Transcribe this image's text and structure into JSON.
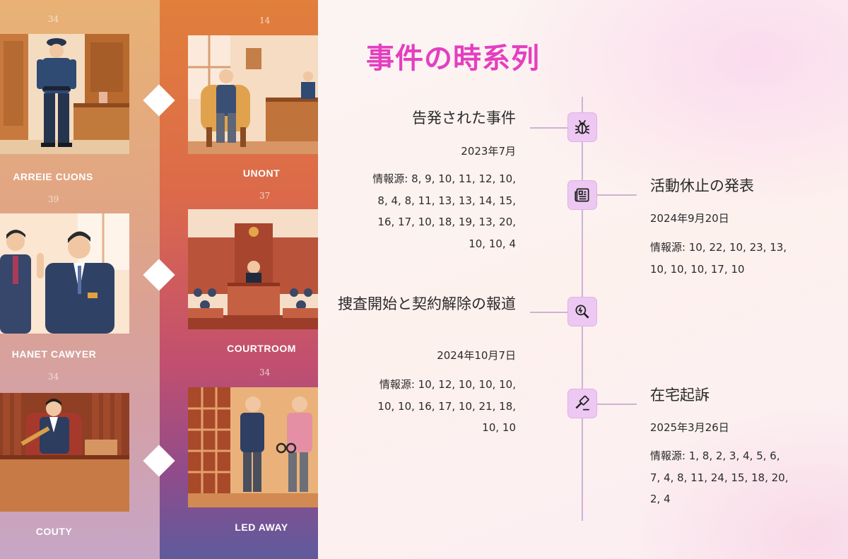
{
  "title": "事件の時系列",
  "panels": [
    {
      "number": "34",
      "label": "ARREIE CUONS"
    },
    {
      "number": "14",
      "label": "UNONT"
    },
    {
      "number": "39",
      "label": "HANET CAWYER"
    },
    {
      "number": "37",
      "label": "COURTROOM"
    },
    {
      "number": "34",
      "label": "COUTY"
    },
    {
      "number": "34",
      "label": "LED AWAY"
    }
  ],
  "events": [
    {
      "icon": "bug-icon",
      "title": "告発された事件",
      "date": "2023年7月",
      "source": "情報源: 8, 9, 10, 11, 12, 10, 8, 4, 8, 11, 13, 13, 14, 15, 16, 17, 10, 18, 19, 13, 20, 10, 10, 4"
    },
    {
      "icon": "newspaper-icon",
      "title": "活動休止の発表",
      "date": "2024年9月20日",
      "source": "情報源: 10, 22, 10, 23, 13, 10, 10, 10, 17, 10"
    },
    {
      "icon": "magnifier-icon",
      "title": "捜査開始と契約解除の報道",
      "date": "2024年10月7日",
      "source": "情報源: 10, 12, 10, 10, 10, 10, 10, 16, 17, 10, 21, 18, 10, 10"
    },
    {
      "icon": "gavel-icon",
      "title": "在宅起訴",
      "date": "2025年3月26日",
      "source": "情報源: 1, 8, 2, 3, 4, 5, 6, 7, 4, 8, 11, 24, 15, 18, 20, 2, 4"
    }
  ],
  "colors": {
    "accent": "#e43fc0",
    "axis": "#cfb1d6",
    "icon_bg": "#ecc8f2"
  }
}
